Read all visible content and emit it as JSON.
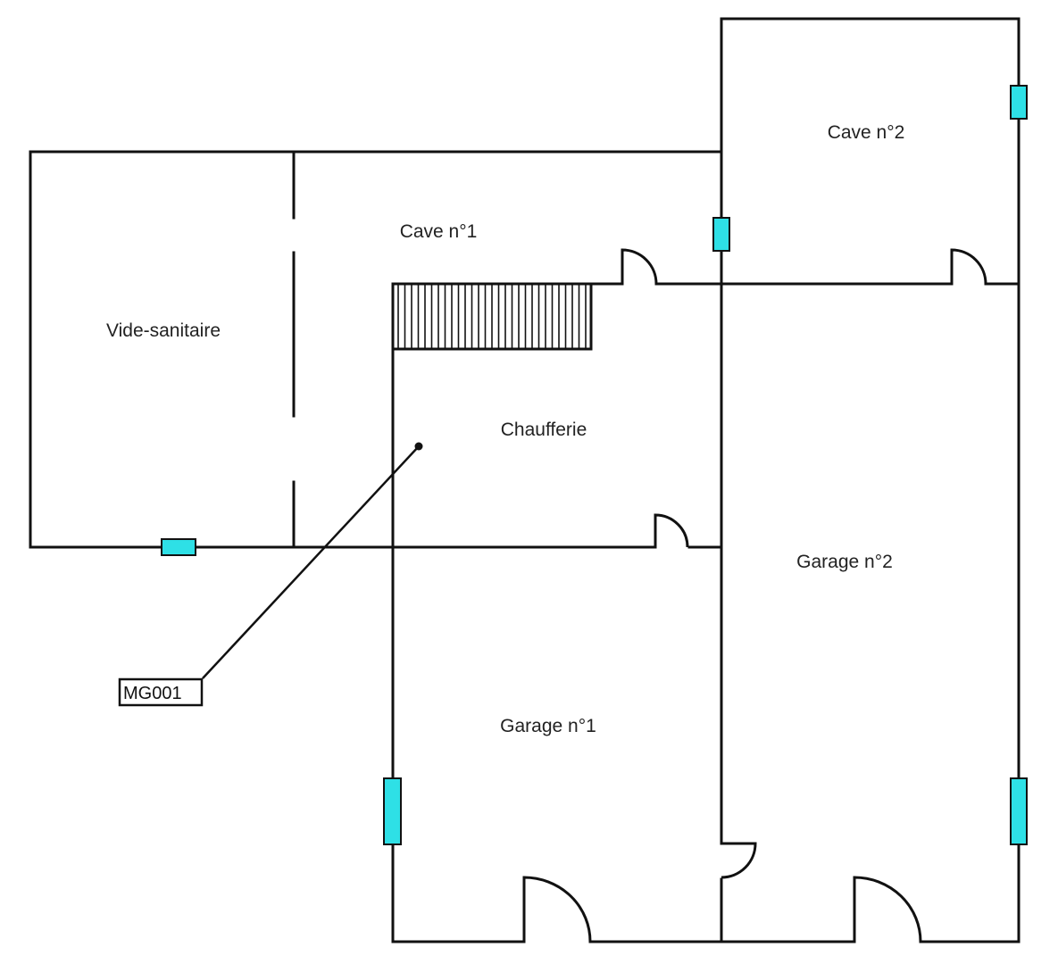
{
  "rooms": {
    "vide_sanitaire": "Vide-sanitaire",
    "cave_1": "Cave n°1",
    "cave_2": "Cave n°2",
    "chaufferie": "Chaufferie",
    "garage_1": "Garage n°1",
    "garage_2": "Garage n°2"
  },
  "marker": {
    "label": "MG001"
  },
  "colors": {
    "walls": "#111111",
    "window_fill": "#2ee0e6",
    "window_stroke": "#111111",
    "background": "#ffffff"
  }
}
